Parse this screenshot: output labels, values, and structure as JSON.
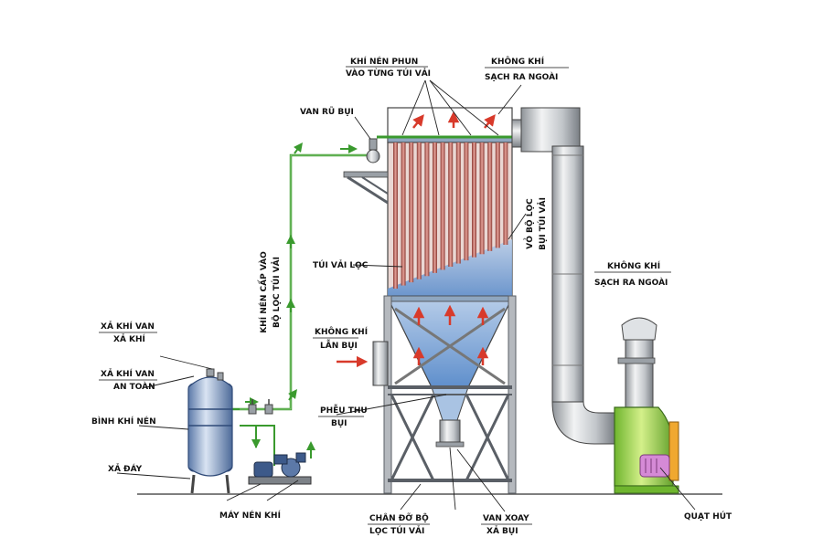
{
  "labels": {
    "air_jet_line1": "KHÍ NÉN PHUN",
    "air_jet_line2": "VÀO TỪNG TÚI VẢI",
    "clean_air_top_line1": "KHÔNG KHÍ",
    "clean_air_top_line2": "SẠCH RA NGOÀI",
    "shake_valve": "VAN RŨ BỤI",
    "compressed_feed_line1": "KHÍ NÉN CẤP VÀO",
    "compressed_feed_line2": "BỘ LỌC TÚI VẢI",
    "filter_bag": "TÚI VẢI LỌC",
    "filter_housing_line1": "VỎ BỘ LỌC",
    "filter_housing_line2": "BỤI TÚI VẢI",
    "clean_air_right_line1": "KHÔNG KHÍ",
    "clean_air_right_line2": "SẠCH RA NGOÀI",
    "vent_valve_line1": "XẢ KHÍ VAN",
    "vent_valve_line2": "XẢ KHÍ",
    "safety_valve_line1": "XẢ KHÍ VAN",
    "safety_valve_line2": "AN TOÀN",
    "air_tank": "BÌNH KHÍ NÉN",
    "dusty_air_line1": "KHÔNG KHÍ",
    "dusty_air_line2": "LẪN BỤI",
    "dust_hopper_line1": "PHỄU THU",
    "dust_hopper_line2": "BỤI",
    "bottom_drain": "XẢ ĐÁY",
    "compressor": "MÁY NÉN KHÍ",
    "support_legs_line1": "CHÂN ĐỠ BỘ",
    "support_legs_line2": "LỌC TÚI VẢI",
    "rotary_valve_line1": "VAN XOAY",
    "rotary_valve_line2": "XẢ BỤI",
    "suction_fan": "QUẠT HÚT"
  },
  "colors": {
    "steel": "#c9ccd0",
    "steel_dark": "#7d8288",
    "filter_blue": "#8fb3dd",
    "bag_red": "#b8564e",
    "air_green": "#4aa83a",
    "flow_red": "#d83a2b",
    "fan_green": "#a8d84a",
    "fan_orange": "#f0a830",
    "motor_pink": "#d58ad6"
  }
}
